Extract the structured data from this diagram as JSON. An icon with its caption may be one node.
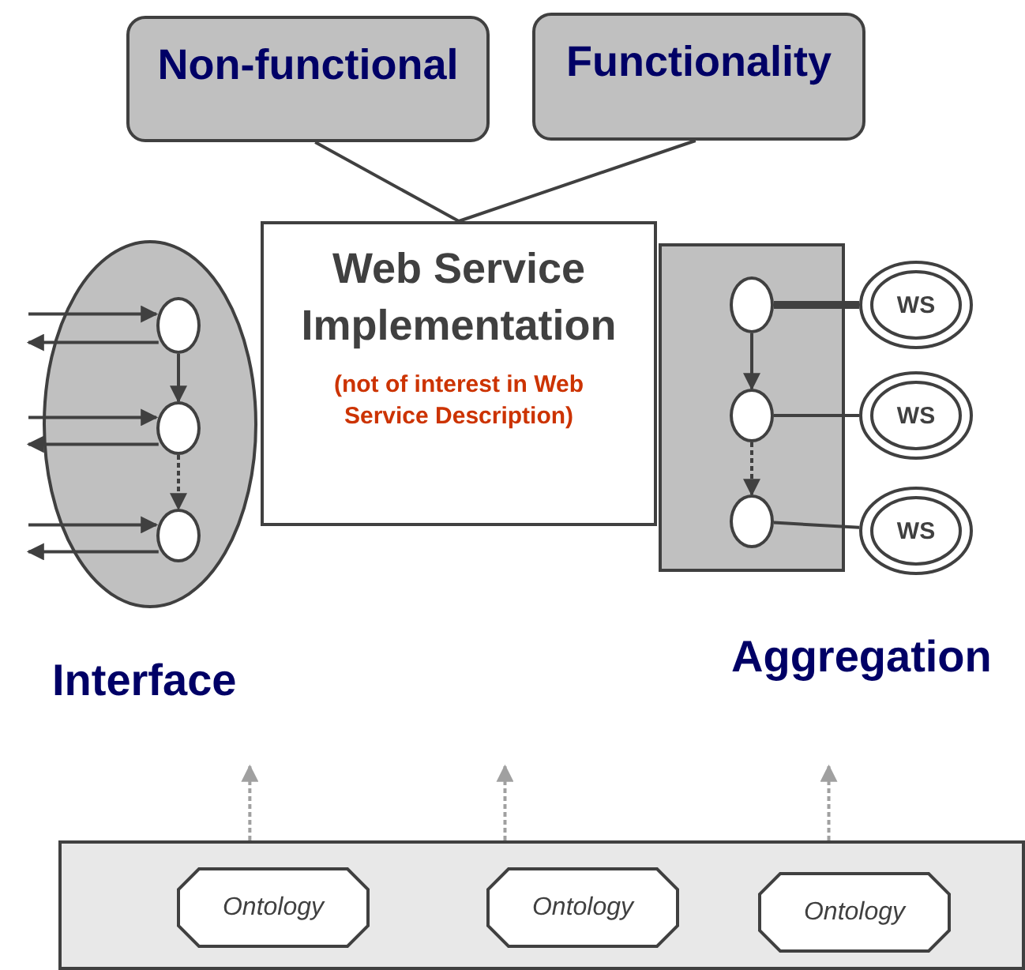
{
  "diagram": {
    "nodes": [
      {
        "text": [
          "Non-functional"
        ]
      },
      {
        "text": [
          "Functionality"
        ]
      },
      {
        "text": [
          "Web Service Implementation",
          "(not of interest in Web Service Description)"
        ]
      },
      {
        "text": [
          "Interface"
        ]
      },
      {
        "text": [],
        "shape": "circle",
        "in": 3
      },
      {
        "text": [],
        "shape": "circle",
        "in": 3
      },
      {
        "text": [],
        "shape": "circle",
        "in": 3
      },
      {
        "text": [
          "Aggregation"
        ]
      },
      {
        "text": [],
        "shape": "circle",
        "in": 7
      },
      {
        "text": [],
        "shape": "circle",
        "in": 7
      },
      {
        "text": [],
        "shape": "circle",
        "in": 7
      },
      {
        "text": [
          "WS"
        ]
      },
      {
        "text": [
          "WS"
        ]
      },
      {
        "text": [
          "WS"
        ]
      },
      {
        "text": [],
        "shape": "box"
      },
      {
        "text": [
          "Ontology"
        ],
        "in": 14
      },
      {
        "text": [
          "Ontology"
        ],
        "in": 14
      },
      {
        "text": [
          "Ontology"
        ],
        "in": 14
      }
    ],
    "edges": [
      {
        "from": 0,
        "to": 2,
        "arrow": "none"
      },
      {
        "from": 1,
        "to": 2,
        "arrow": "none"
      },
      {
        "from": null,
        "to": 4,
        "arrow": "to"
      },
      {
        "from": 4,
        "to": null,
        "arrow": "to"
      },
      {
        "from": null,
        "to": 5,
        "arrow": "to"
      },
      {
        "from": 5,
        "to": null,
        "arrow": "to"
      },
      {
        "from": null,
        "to": 6,
        "arrow": "to"
      },
      {
        "from": 6,
        "to": null,
        "arrow": "to"
      },
      {
        "from": 4,
        "to": 5,
        "arrow": "to"
      },
      {
        "from": 5,
        "to": 6,
        "arrow": "to",
        "style": "dashed"
      },
      {
        "from": 8,
        "to": 9,
        "arrow": "to"
      },
      {
        "from": 9,
        "to": 10,
        "arrow": "to",
        "style": "dashed"
      },
      {
        "from": 8,
        "to": 11,
        "arrow": "none",
        "style": "thick"
      },
      {
        "from": 9,
        "to": 12,
        "arrow": "none"
      },
      {
        "from": 10,
        "to": 13,
        "arrow": "none"
      },
      {
        "from": 14,
        "to": null,
        "arrow": "to",
        "style": "dashed",
        "color": "#a0a0a0"
      },
      {
        "from": 14,
        "to": null,
        "arrow": "to",
        "style": "dashed",
        "color": "#a0a0a0"
      },
      {
        "from": 14,
        "to": null,
        "arrow": "to",
        "style": "dashed",
        "color": "#a0a0a0"
      }
    ]
  }
}
